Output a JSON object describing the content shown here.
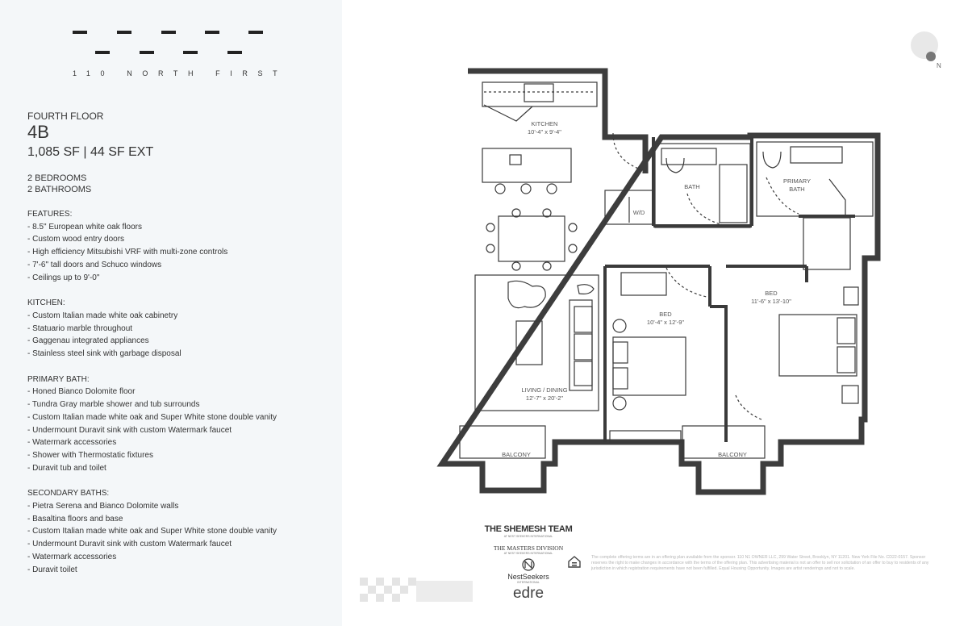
{
  "building": "110 NORTH FIRST",
  "unit": {
    "floor": "FOURTH FLOOR",
    "name": "4B",
    "area": "1,085 SF | 44 SF EXT",
    "bedrooms": "2 BEDROOMS",
    "bathrooms": "2 BATHROOMS"
  },
  "features": {
    "heading": "FEATURES:",
    "items": [
      "- 8.5\" European white oak floors",
      "- Custom wood entry doors",
      "- High efficiency Mitsubishi VRF with multi-zone controls",
      "- 7'-6\" tall doors and Schuco windows",
      "- Ceilings up to 9'-0\""
    ]
  },
  "kitchen": {
    "heading": "KITCHEN:",
    "items": [
      "- Custom Italian made white oak cabinetry",
      "- Statuario marble throughout",
      "- Gaggenau integrated appliances",
      "- Stainless steel sink with garbage disposal"
    ]
  },
  "primary_bath": {
    "heading": "PRIMARY BATH:",
    "items": [
      "- Honed Bianco Dolomite floor",
      "- Tundra Gray marble shower and tub surrounds",
      "- Custom Italian made white oak and Super White stone double vanity",
      "- Undermount Duravit sink with custom Watermark faucet",
      "- Watermark accessories",
      "- Shower with Thermostatic fixtures",
      "- Duravit tub and toilet"
    ]
  },
  "secondary_baths": {
    "heading": "SECONDARY BATHS:",
    "items": [
      "- Pietra Serena and Bianco Dolomite walls",
      "- Basaltina floors and base",
      "- Custom Italian made white oak and Super White stone double vanity",
      "- Undermount Duravit sink with custom Watermark faucet",
      "- Watermark accessories",
      "- Duravit toilet"
    ]
  },
  "plan_labels": {
    "kitchen": "KITCHEN",
    "kitchen_dim": "10'-4\" x 9'-4\"",
    "bath": "BATH",
    "primary": "PRIMARY",
    "primary_bath": "BATH",
    "wd": "W/D",
    "bed1": "BED",
    "bed1_dim": "10'-4\" x 12'-9\"",
    "bed2": "BED",
    "bed2_dim": "11'-6\" x 13'-10\"",
    "living": "LIVING / DINING",
    "living_dim": "12'-7\" x 20'-2\"",
    "balcony1": "BALCONY",
    "balcony2": "BALCONY"
  },
  "compass_label": "N",
  "brokers": {
    "team": "THE SHEMESH TEAM",
    "team_sub": "AT NEST SEEKERS INTERNATIONAL",
    "division": "THE MASTERS DIVISION",
    "division_sub": "AT NEST SEEKERS INTERNATIONAL",
    "nest": "NestSeekers",
    "nest_sub": "INTERNATIONAL",
    "edre": "edre"
  },
  "legal": "The complete offering terms are in an offering plan available from the sponsor. 110 N1 OWNER LLC, 299 Water Street, Brooklyn, NY 11201. New York File No. CD22-0157. Sponsor reserves the right to make changes in accordance with the terms of the offering plan. This advertising material is not an offer to sell nor solicitation of an offer to buy to residents of any jurisdiction in which registration requirements have not been fulfilled. Equal Housing Opportunity. Images are artist renderings and not to scale.",
  "icons": {
    "compass": "compass-icon",
    "equal_housing": "equal-housing-icon",
    "qr": "qr-code-icon"
  },
  "colors": {
    "sidebar_bg": "#f4f7f9",
    "wall": "#3a3a3a",
    "text": "#333333"
  }
}
